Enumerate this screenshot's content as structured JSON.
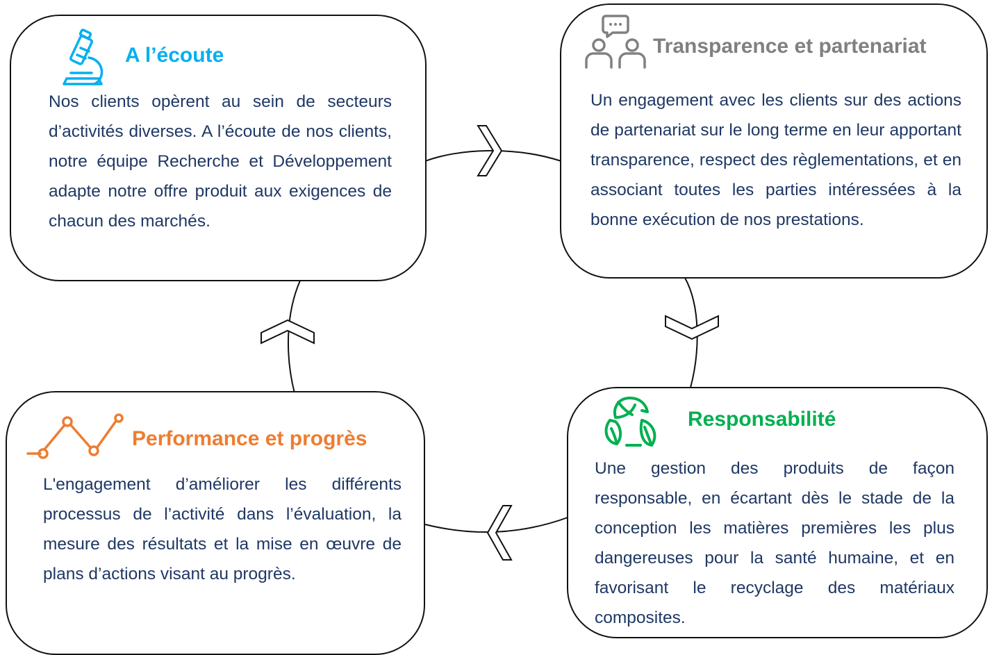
{
  "colors": {
    "outline": "#111111",
    "body_text": "#1f3864",
    "ecoute": "#00b0f0",
    "transparence": "#808080",
    "performance": "#ed7d31",
    "responsabilite": "#00b050"
  },
  "cards": {
    "ecoute": {
      "icon": "microscope-icon",
      "title": "A l’écoute",
      "text": "Nos clients opèrent au sein de secteurs d’activités diverses. A l’écoute de nos clients, notre équipe Recherche et Développement adapte notre offre produit aux exigences de chacun des marchés."
    },
    "transparence": {
      "icon": "people-chat-icon",
      "title": "Transparence et partenariat",
      "text": "Un engagement avec les clients sur des actions de partenariat sur le long terme en leur apportant transparence, respect des règlementations, et en associant toutes les parties intéressées à la bonne exécution de nos prestations."
    },
    "performance": {
      "icon": "trend-line-icon",
      "title": "Performance et progrès",
      "text": "L'engagement d’améliorer les différents processus de l’activité dans l’évaluation, la mesure des résultats et la mise en œuvre de plans d’actions visant au progrès."
    },
    "responsabilite": {
      "icon": "recycle-leaves-icon",
      "title": "Responsabilité",
      "text": "Une gestion des produits de façon responsable, en écartant dès le stade de la conception les matières premières les plus dangereuses pour la santé humaine, et en favorisant le recyclage des matériaux composites."
    }
  }
}
